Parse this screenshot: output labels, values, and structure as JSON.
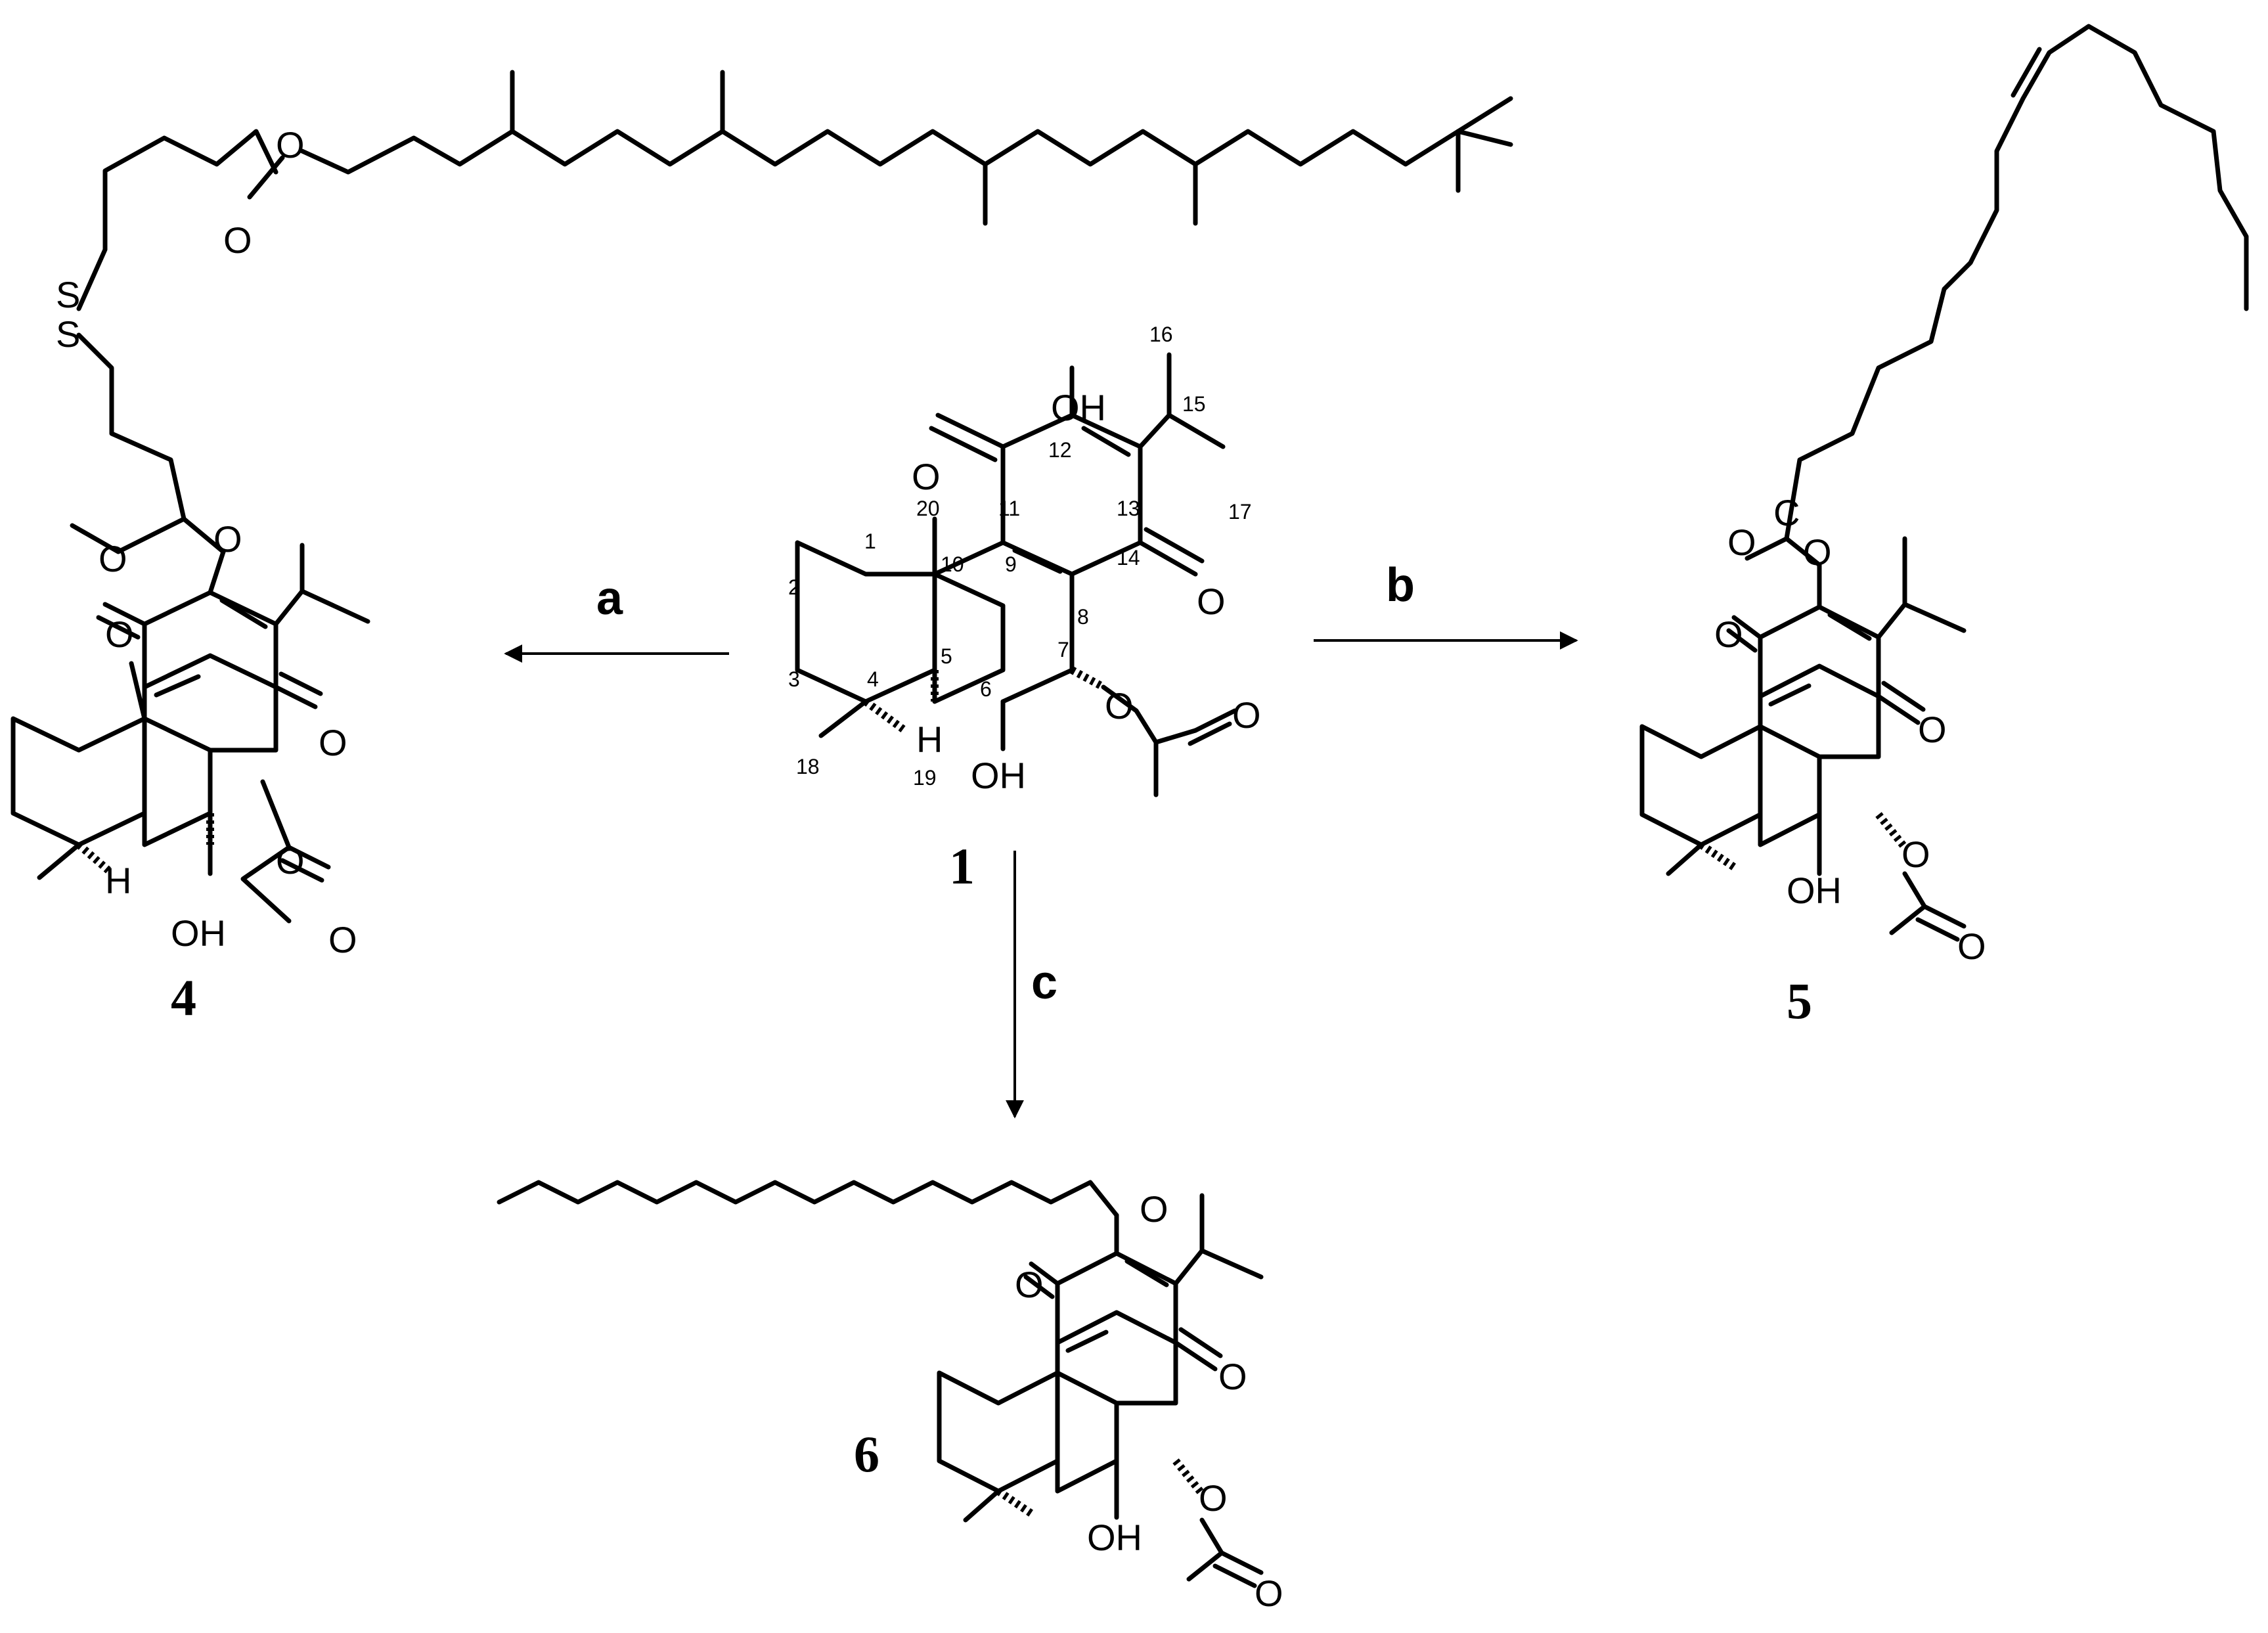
{
  "compounds": {
    "c1": "1",
    "c4": "4",
    "c5": "5",
    "c6": "6"
  },
  "conditions": {
    "a": "a",
    "b": "b",
    "c": "c"
  },
  "atoms": {
    "oh": "OH",
    "o": "O",
    "s": "S",
    "h": "H",
    "c": "C"
  },
  "numbering": [
    "1",
    "2",
    "3",
    "4",
    "5",
    "6",
    "7",
    "8",
    "9",
    "10",
    "11",
    "12",
    "13",
    "14",
    "15",
    "16",
    "17",
    "18",
    "19",
    "20"
  ]
}
